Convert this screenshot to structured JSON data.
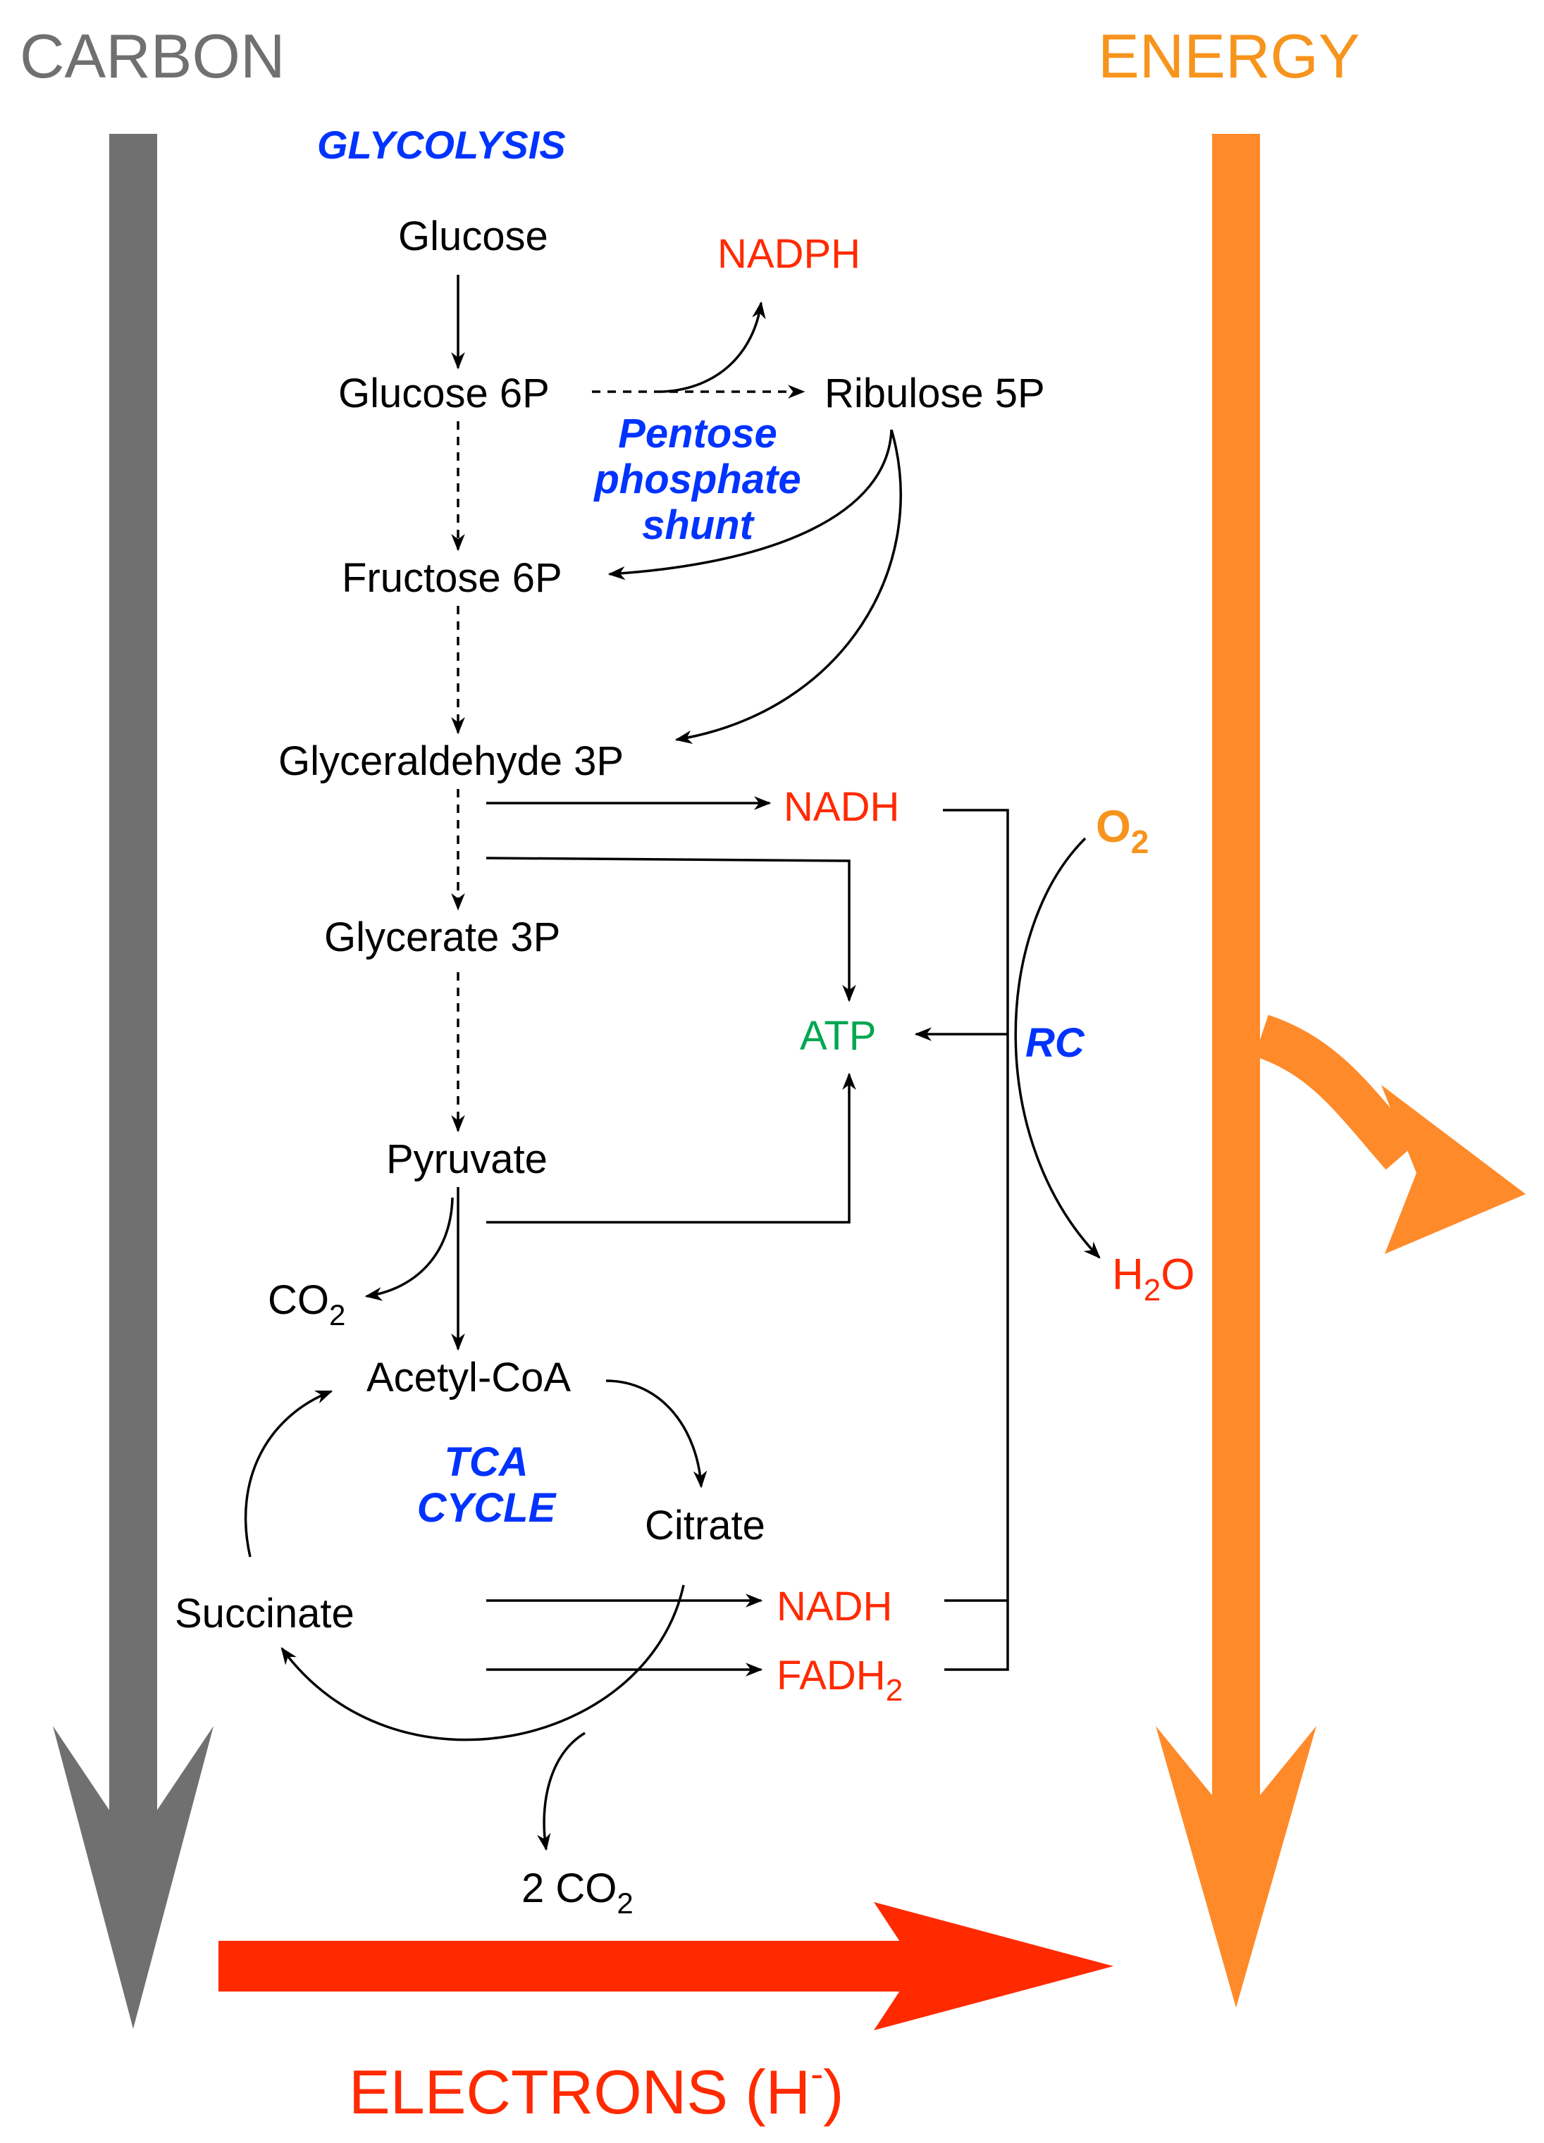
{
  "axes": {
    "carbon": "CARBON",
    "energy": "ENERGY",
    "electrons": "ELECTRONS (H",
    "electrons_sup": "-",
    "electrons_close": ")"
  },
  "sections": {
    "glycolysis": "GLYCOLYSIS",
    "pentose_1": "Pentose",
    "pentose_2": "phosphate",
    "pentose_3": "shunt",
    "tca_1": "TCA",
    "tca_2": "CYCLE",
    "rc": "RC"
  },
  "metabolites": {
    "glucose": "Glucose",
    "glucose6p": "Glucose 6P",
    "ribulose5p": "Ribulose 5P",
    "fructose6p": "Fructose 6P",
    "glyceraldehyde3p": "Glyceraldehyde 3P",
    "glycerate3p": "Glycerate 3P",
    "pyruvate": "Pyruvate",
    "acetylcoa": "Acetyl-CoA",
    "citrate": "Citrate",
    "succinate": "Succinate"
  },
  "products": {
    "nadph": "NADPH",
    "nadh": "NADH",
    "nadh2": "NADH",
    "fadh_base": "FADH",
    "fadh_sub": "2",
    "atp": "ATP",
    "o2_base": "O",
    "o2_sub": "2",
    "h2o_h": "H",
    "h2o_sub": "2",
    "h2o_o": "O",
    "co2_base": "CO",
    "co2_sub": "2",
    "co2b_base": "2 CO",
    "co2b_sub": "2"
  },
  "colors": {
    "carbon": "#707070",
    "energy": "#f7941d",
    "electrons": "#ff2a00",
    "pathway_labels": "#0033ff",
    "atp": "#00a651"
  }
}
